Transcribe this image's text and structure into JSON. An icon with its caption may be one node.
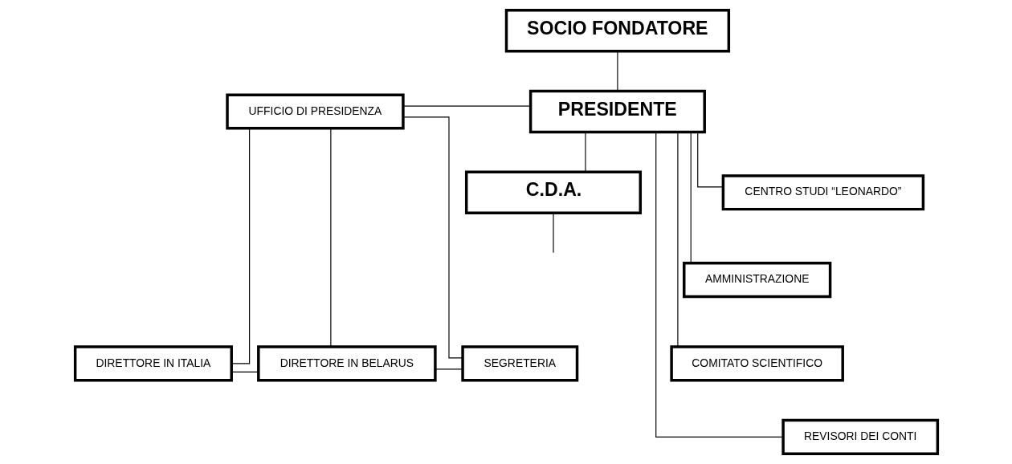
{
  "diagram": {
    "nodes": [
      {
        "text": [
          "SOCIO FONDATORE"
        ]
      },
      {
        "text": [
          "UFFICIO DI PRESIDENZA"
        ]
      },
      {
        "text": [
          "PRESIDENTE"
        ]
      },
      {
        "text": [
          "C.D.A."
        ]
      },
      {
        "text": [
          "CENTRO STUDI “LEONARDO”"
        ]
      },
      {
        "text": [
          "AMMINISTRAZIONE"
        ]
      },
      {
        "text": [
          "COMITATO SCIENTIFICO"
        ]
      },
      {
        "text": [
          "REVISORI DEI CONTI"
        ]
      },
      {
        "text": [
          "DIRETTORE IN ITALIA"
        ]
      },
      {
        "text": [
          "DIRETTORE IN BELARUS"
        ]
      },
      {
        "text": [
          "SEGRETERIA"
        ]
      }
    ],
    "edges": [
      {
        "from": 0,
        "to": 2,
        "arrow": "none"
      },
      {
        "from": 1,
        "to": 2,
        "arrow": "none"
      },
      {
        "from": 2,
        "to": 3,
        "arrow": "none"
      },
      {
        "from": 2,
        "to": 4,
        "arrow": "none"
      },
      {
        "from": 2,
        "to": 5,
        "arrow": "none"
      },
      {
        "from": 2,
        "to": 6,
        "arrow": "none"
      },
      {
        "from": 2,
        "to": 7,
        "arrow": "none"
      },
      {
        "from": 1,
        "to": 8,
        "arrow": "none"
      },
      {
        "from": 1,
        "to": 9,
        "arrow": "none"
      },
      {
        "from": 1,
        "to": 10,
        "arrow": "none"
      },
      {
        "from": 8,
        "to": 9,
        "arrow": "none"
      },
      {
        "from": 9,
        "to": 10,
        "arrow": "none"
      },
      {
        "from": 3,
        "to": null,
        "arrow": "none"
      }
    ]
  }
}
